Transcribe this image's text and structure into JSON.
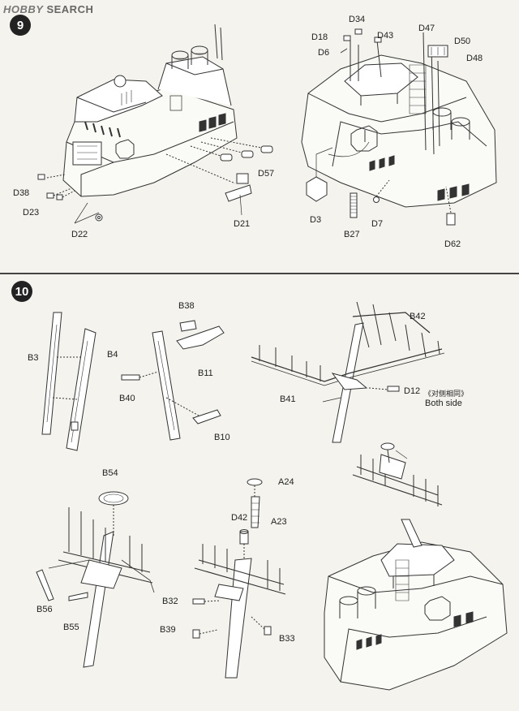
{
  "watermark": {
    "logo": "HOBBY",
    "text": "SEARCH"
  },
  "steps": {
    "step9": "9",
    "step10": "10"
  },
  "step9_labels": {
    "D34": "D34",
    "D18": "D18",
    "D43": "D43",
    "D47": "D47",
    "D50": "D50",
    "D6": "D6",
    "D48": "D48",
    "D57": "D57",
    "D38": "D38",
    "D23": "D23",
    "D22": "D22",
    "D21": "D21",
    "D3": "D3",
    "D7": "D7",
    "B27": "B27",
    "D62": "D62"
  },
  "step10_labels": {
    "B38": "B38",
    "B3": "B3",
    "B4": "B4",
    "B11": "B11",
    "B40": "B40",
    "B10": "B10",
    "B42": "B42",
    "B41": "B41",
    "D12": "D12",
    "D12_note_cn": "《对侧相同》",
    "D12_note_en": "Both side",
    "B54": "B54",
    "B56": "B56",
    "B55": "B55",
    "A24": "A24",
    "D42": "D42",
    "A23": "A23",
    "B32": "B32",
    "B39": "B39",
    "B33": "B33"
  }
}
